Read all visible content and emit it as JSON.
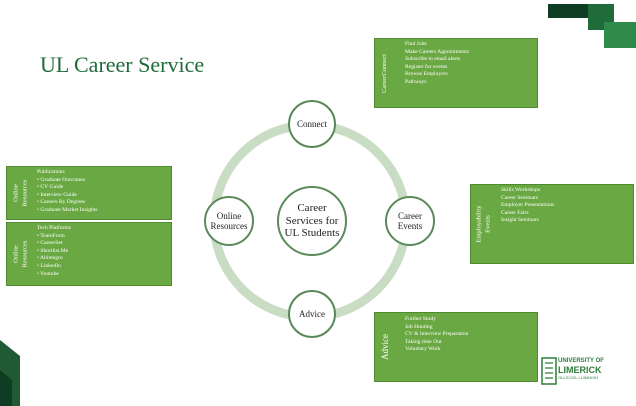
{
  "title": "UL Career Service",
  "diagram": {
    "center": [
      "Career",
      "Services for",
      "UL Students"
    ],
    "nodes": {
      "connect": "Connect",
      "career_events": [
        "Career",
        "Events"
      ],
      "advice": "Advice",
      "online_resources": [
        "Online",
        "Resources"
      ]
    }
  },
  "boxes": {
    "careerconnect": {
      "label": "CareerConnect",
      "items": [
        "Find Jobs",
        "Make Careers Appointments",
        "Subscribe to email alerts",
        "Register for events",
        "Browse Employers",
        "Pathways"
      ]
    },
    "employability_events": {
      "label": [
        "Employability",
        "Events"
      ],
      "items": [
        "Skills Workshops",
        "Career Seminars",
        "Employer Presentations",
        "Career Fairs",
        "Insight Seminars"
      ]
    },
    "advice": {
      "label": "Advice",
      "items": [
        "Further Study",
        "Job Hunting",
        "CV & Interview Preparation",
        "Taking time Out",
        "Voluntary Work"
      ]
    },
    "online_resources_pubs": {
      "label": [
        "Online",
        "Resources"
      ],
      "items": [
        "Publications",
        "• Graduate Outcomes",
        "• CV Guide",
        "• Interview Guide",
        "• Careers By Degrees",
        "• Graduate Market Insights"
      ]
    },
    "online_resources_tech": {
      "label": [
        "Online",
        "Resources"
      ],
      "items": [
        "Tech Platforms",
        "• TeamForm",
        "• CareerSet",
        "• Shortlist.Me",
        "• Abintegro",
        "• LinkedIn",
        "• Youtube"
      ]
    }
  },
  "logo": {
    "line1": "UNIVERSITY OF",
    "line2": "LIMERICK",
    "line3": "OLLSCOIL LUIMNIGH"
  },
  "colors": {
    "box_green": "#6aa843",
    "dark_green": "#1f6b3a",
    "ring_green": "#c9dcc4"
  }
}
